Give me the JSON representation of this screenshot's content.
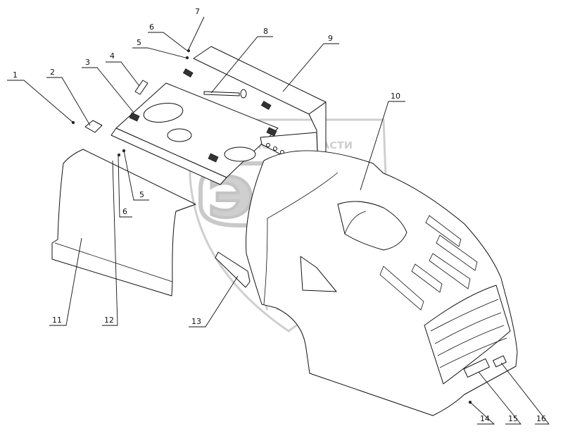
{
  "watermark": {
    "brand_line": "ТЕХНИКА И ЗАПЧАСТИ",
    "logo_letters": "ЭПФ"
  },
  "callouts": [
    {
      "id": "1",
      "label": "1"
    },
    {
      "id": "2",
      "label": "2"
    },
    {
      "id": "3",
      "label": "3"
    },
    {
      "id": "4",
      "label": "4"
    },
    {
      "id": "5a",
      "label": "5"
    },
    {
      "id": "6a",
      "label": "6"
    },
    {
      "id": "7",
      "label": "7"
    },
    {
      "id": "8",
      "label": "8"
    },
    {
      "id": "9",
      "label": "9"
    },
    {
      "id": "10",
      "label": "10"
    },
    {
      "id": "5b",
      "label": "5"
    },
    {
      "id": "6b",
      "label": "6"
    },
    {
      "id": "11",
      "label": "11"
    },
    {
      "id": "12",
      "label": "12"
    },
    {
      "id": "13",
      "label": "13"
    },
    {
      "id": "14",
      "label": "14"
    },
    {
      "id": "15",
      "label": "15"
    },
    {
      "id": "16",
      "label": "16"
    }
  ]
}
